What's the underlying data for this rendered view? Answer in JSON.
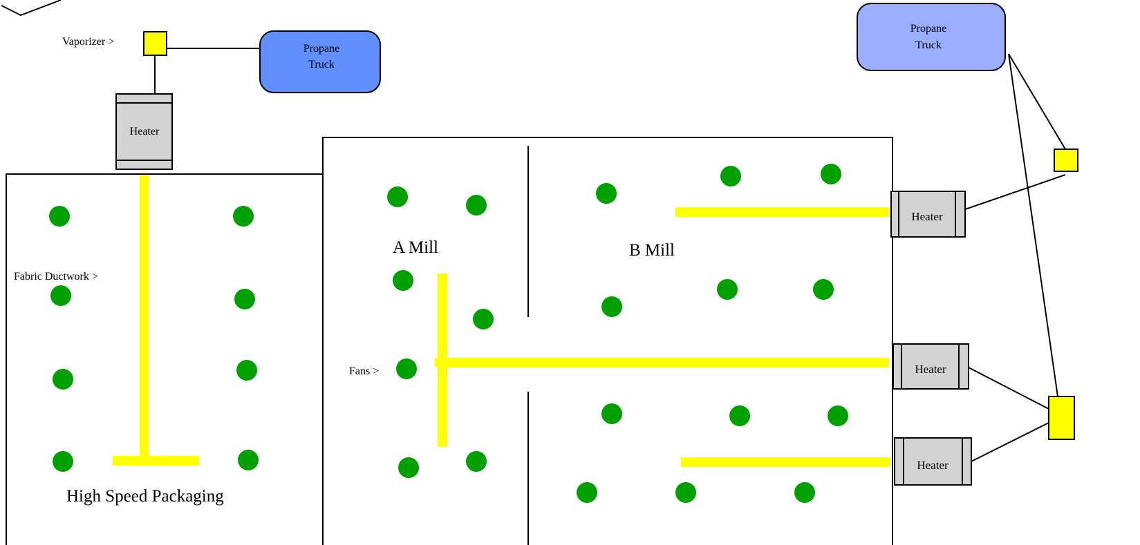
{
  "colors": {
    "fan": "#00A000",
    "duct": "#FFFF00",
    "vaporizer": "#FFFF00",
    "heater_fill": "#D3D3D3",
    "truck_left": "#6090FF",
    "truck_right": "#99AEFF",
    "line": "#000000"
  },
  "labels": {
    "vaporizer": "Vaporizer  >",
    "fabric_ductwork": "Fabric Ductwork  >",
    "fans": "Fans  >",
    "heater": "Heater",
    "truck_line1": "Propane",
    "truck_line2": "Truck",
    "a_mill": "A Mill",
    "b_mill": "B Mill",
    "high_speed_packaging": "High Speed Packaging"
  }
}
